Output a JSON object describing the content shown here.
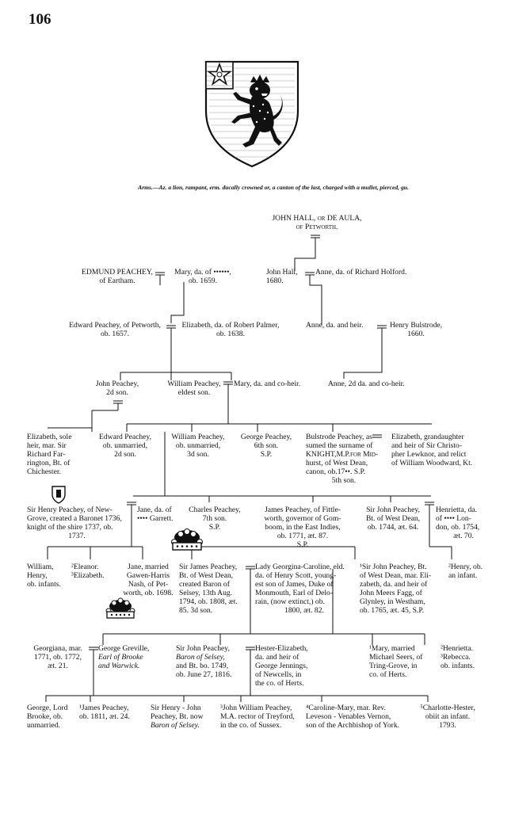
{
  "page_number": "106",
  "arms": "Arms.—Az. a lion, rampant, erm. ducally crowned or, a canton of the last, charged with a mullet, pierced, gu.",
  "gen1": {
    "hall": [
      "JOHN HALL, or DE AULA,",
      "of Petworth."
    ]
  },
  "gen2": {
    "edmund": [
      "EDMUND PEACHEY,",
      "of Eartham."
    ],
    "mary": [
      "Mary, da. of ••••••,",
      "ob. 1659."
    ],
    "john_hall": [
      "John Hall,",
      "1680."
    ],
    "anne_holford": "Anne, da. of Richard Holford."
  },
  "gen3": {
    "edward": [
      "Edward Peachey, of Petworth,",
      "ob. 1657."
    ],
    "elizabeth_palmer": [
      "Elizabeth, da. of Robert Palmer,",
      "ob. 1638."
    ],
    "anne_heir": "Anne, da. and heir.",
    "henry_bulstrode": [
      "Henry Bulstrode,",
      "1660."
    ]
  },
  "gen4": {
    "john": [
      "John Peachey,",
      "2d son."
    ],
    "william": [
      "William Peachey,",
      "eldest son."
    ],
    "mary_coheir": "Mary, da. and co-heir.",
    "anne_2d": "Anne, 2d da. and co-heir."
  },
  "gen5": {
    "elizabeth_sole": [
      "Elizabeth, sole",
      "heir, mar. Sir",
      "Richard Far-",
      "rington, Bt. of",
      "Chichester."
    ],
    "edward_p": [
      "Edward Peachey,",
      "ob. unmarried,",
      "2d son."
    ],
    "william_p": [
      "William Peachey,",
      "ob. unmarried,",
      "3d son."
    ],
    "george_p": [
      "George Peachey,",
      "6th son.",
      "S.P."
    ],
    "bulstrode": [
      "Bulstrode Peachey, as-",
      "sumed the surname of",
      "KNIGHT,M.P.for Mid-",
      "hurst, of West Dean,",
      "canon, ob.17••.   S.P.",
      "5th son."
    ],
    "elizabeth_gd": [
      "Elizabeth, grandaughter",
      "and heir of Sir Christo-",
      "pher Lewknor, and relict",
      "of William Woodward, Kt."
    ]
  },
  "gen6": {
    "sir_henry": [
      "Sir Henry Peachey, of New-",
      "Grove, created a Baronet 1736,",
      "knight of the shire 1737, ob.",
      "1737."
    ],
    "jane_garrett": [
      "Jane, da. of",
      "•••• Garrett."
    ],
    "charles": [
      "Charles Peachey,",
      "7th son.",
      "S.P."
    ],
    "james_fittle": [
      "James Peachey, of Fittle-",
      "worth, governor of Gom-",
      "boom, in the East Indies,",
      "ob. 1771, æt. 87.",
      "S.P."
    ],
    "sir_john_wd": [
      "Sir John Peachey,",
      "Bt. of West Dean,",
      "ob. 1744, æt. 64."
    ],
    "henrietta": [
      "Henrietta, da.",
      "of •••• Lon-",
      "don, ob. 1754,",
      "æt. 70."
    ]
  },
  "gen7": {
    "william_henry": [
      "William,",
      "Henry,",
      "ob. infants."
    ],
    "eleonor": [
      "²Eleanor.",
      "³Elizabeth."
    ],
    "jane_married": [
      "Jane, married",
      "Gawen-Harris",
      "Nash, of Pet-",
      "worth, ob. 1698."
    ],
    "sir_james": [
      "Sir James Peachey,",
      "Bt. of West Dean,",
      "created Baron of",
      "Selsey, 13th Aug.",
      "1794, ob. 1808, æt.",
      "85.   3d son."
    ],
    "lady_georgina": [
      "Lady Georgina-Caroline, eld.",
      "da. of Henry Scott, young-",
      "est son of James, Duke of",
      "Monmouth, Earl of Delo-",
      "rain, (now extinct,) ob.",
      "1800, æt. 82."
    ],
    "sir_john_2": [
      "¹Sir John Peachey, Bt.",
      "of West Dean, mar. Eli-",
      "zabeth, da. and heir of",
      "John Meers Fagg, of",
      "Glynley, in Westham,",
      "ob. 1765, æt. 45, S.P."
    ],
    "henry_infant": [
      "²Henry, ob.",
      "an infant."
    ]
  },
  "gen8": {
    "georgiana": [
      "Georgiana, mar.",
      "1771, ob. 1772,",
      "æt. 21."
    ],
    "greville": [
      "George Greville,",
      "Earl of Brooke",
      "and Warwick."
    ],
    "sir_john_selsey": [
      "Sir John Peachey,",
      "Baron of Selsey,",
      "and Bt. bo. 1749,",
      "ob. June 27, 1816."
    ],
    "hester": [
      "Hester-Elizabeth,",
      "da. and heir of",
      "George Jennings,",
      "of Newcells, in",
      "the co. of Herts."
    ],
    "mary_seers": [
      "¹Mary, married",
      "Michael Seers, of",
      "Tring-Grove, in",
      "co. of Herts."
    ],
    "henrietta_rebecca": [
      "²Henrietta.",
      "³Rebecca.",
      "ob. infants."
    ]
  },
  "gen9": {
    "george_lord": [
      "George, Lord",
      "Brooke, ob.",
      "unmarried."
    ],
    "james_p": [
      "¹James Peachey,",
      "ob. 1811, æt. 24."
    ],
    "sir_henry_john": [
      "Sir Henry - John",
      "Peachey, Bt. now",
      "Baron of Selsey."
    ],
    "john_william": [
      "³John William Peachey,",
      "M.A. rector of Treyford,",
      "in the co. of Sussex."
    ],
    "caroline_mary": [
      "⁴Caroline-Mary, mar. Rev.",
      "Leveson - Venables Vernon,",
      "son of the Archbishop of York."
    ],
    "charlotte_hester": [
      "⁵Charlotte-Hester,",
      "obiit an infant.",
      "1793."
    ]
  }
}
